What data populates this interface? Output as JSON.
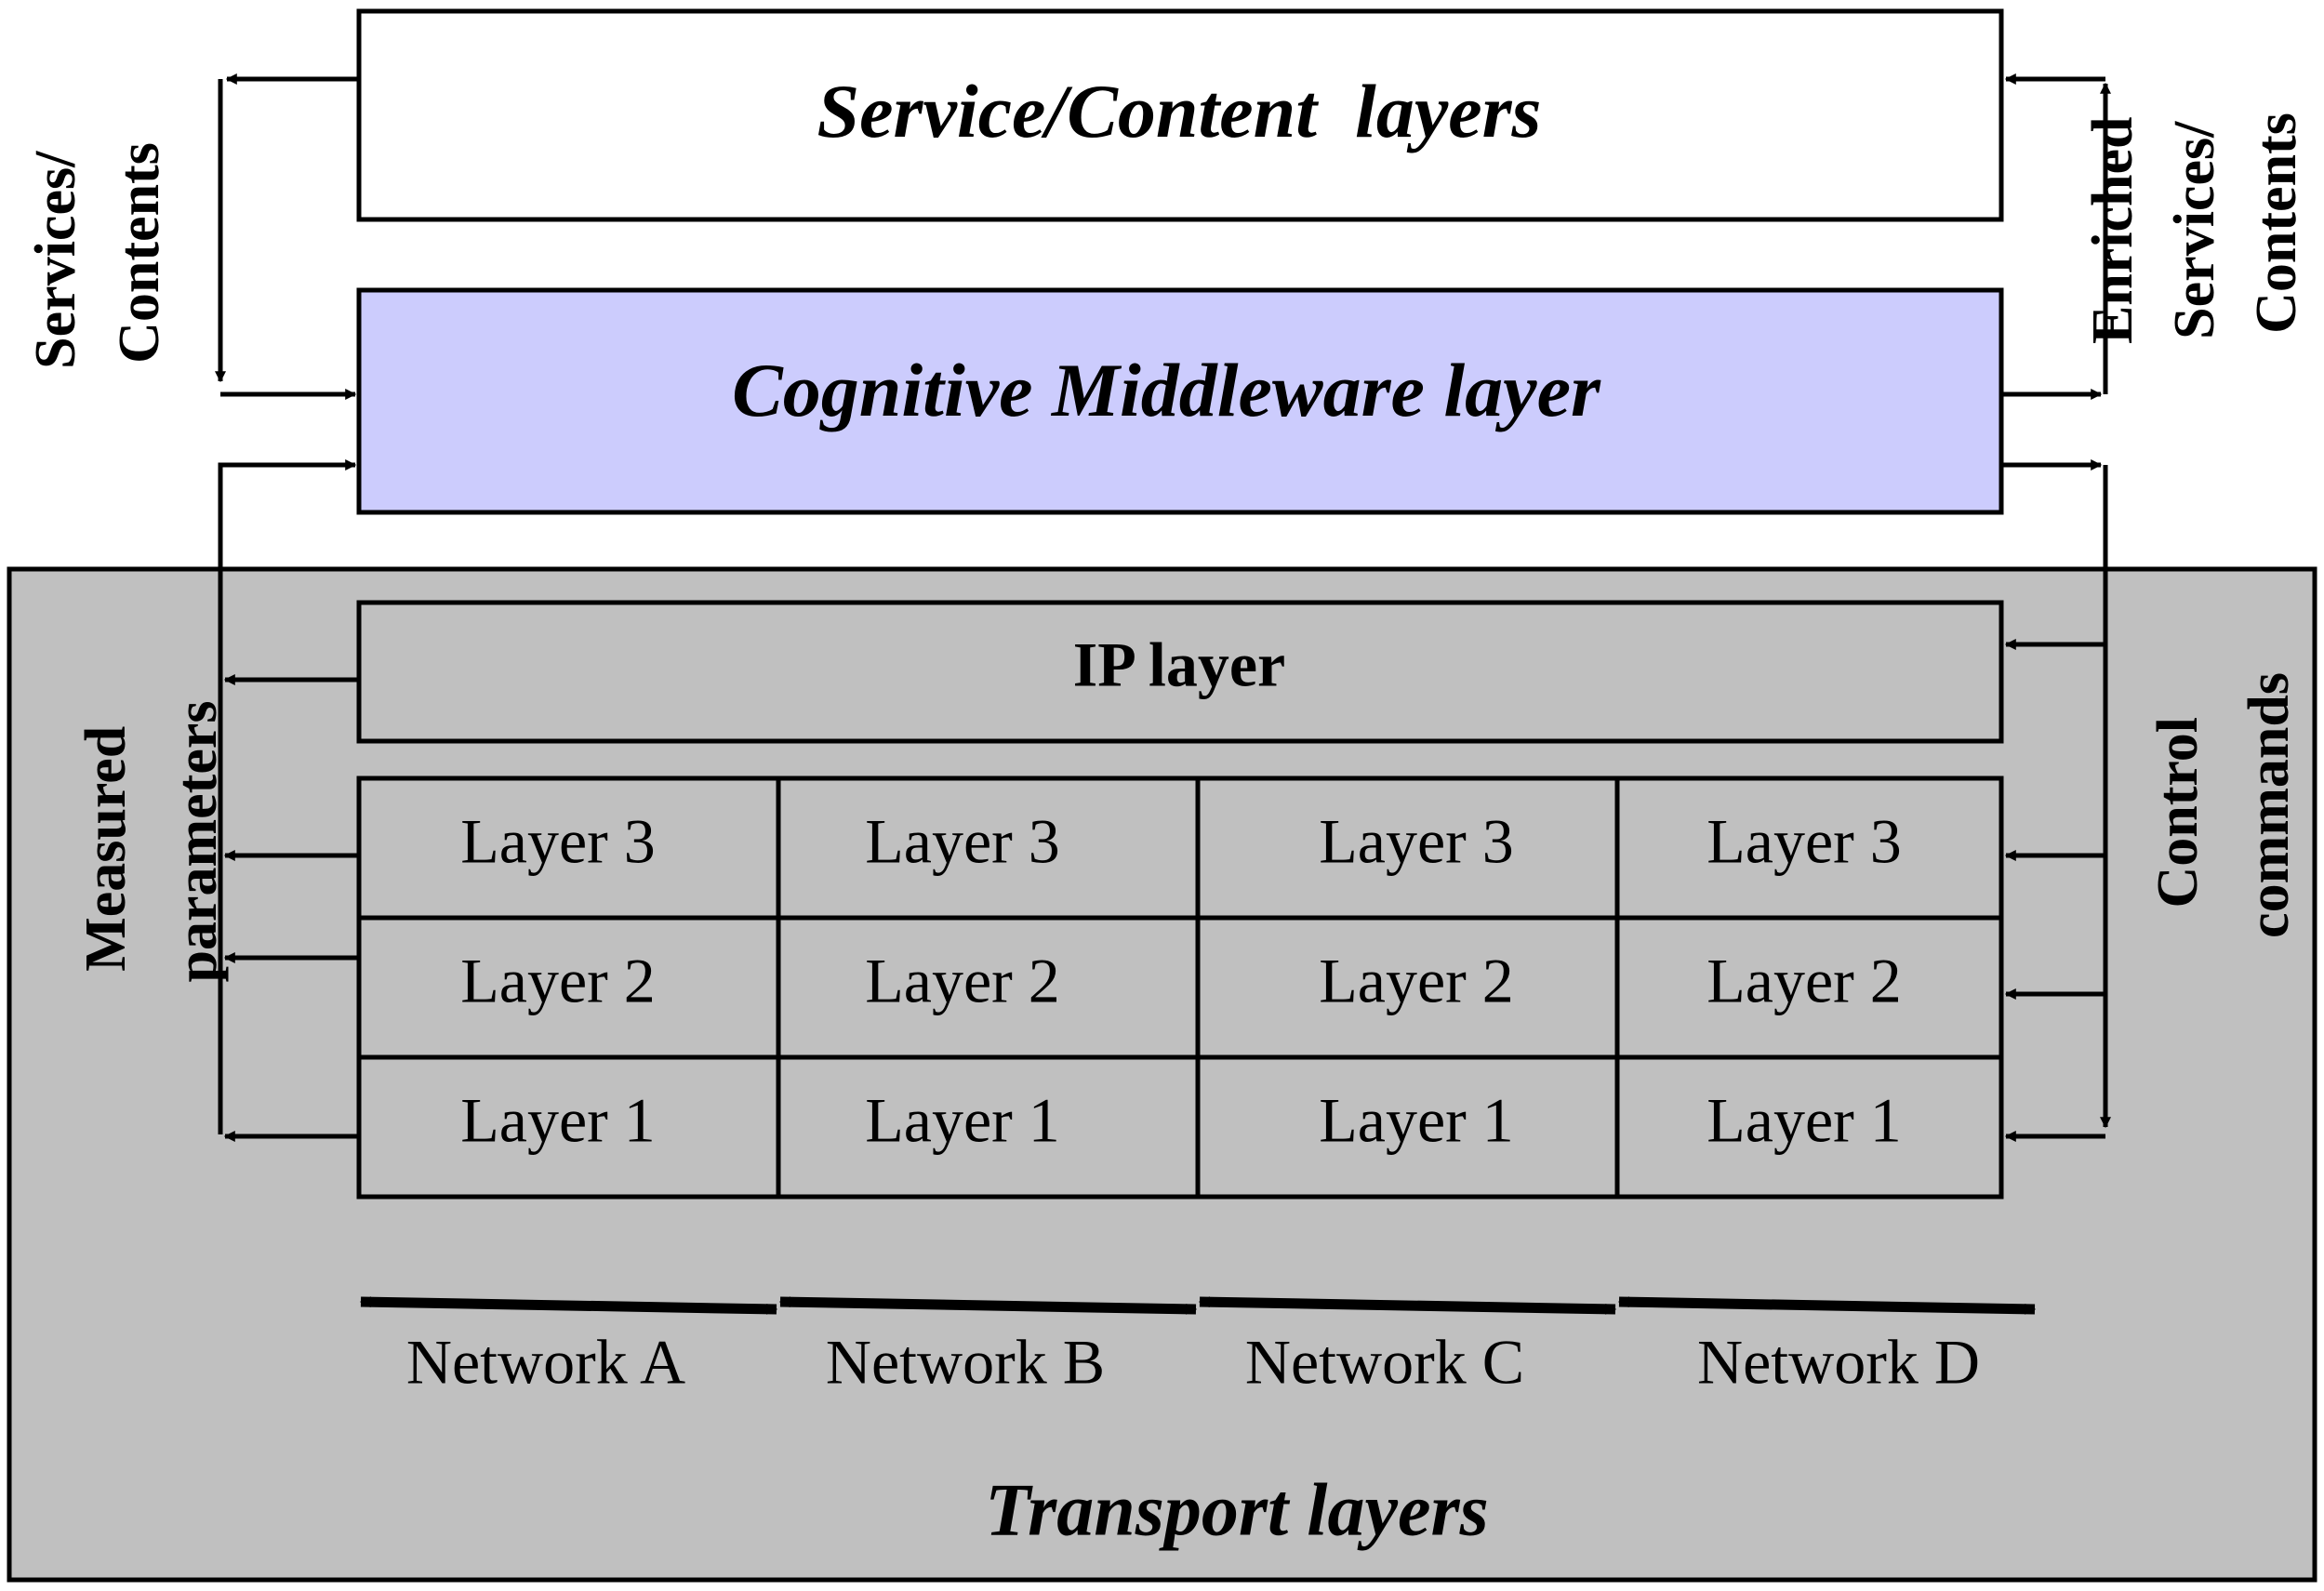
{
  "colors": {
    "transport_bg": "#c0c0c0",
    "middleware_bg": "#ccccfd",
    "service_bg": "#ffffff",
    "stroke": "#000000"
  },
  "service_layer": {
    "label": "Service/Content  layers"
  },
  "middleware_layer": {
    "label": "Cognitive Middleware layer"
  },
  "ip_layer": {
    "label": "IP layer"
  },
  "transport": {
    "label": "Transport layers"
  },
  "grid": {
    "columns": [
      {
        "rows": [
          "Layer 3",
          "Layer 2",
          "Layer 1"
        ]
      },
      {
        "rows": [
          "Layer 3",
          "Layer 2",
          "Layer 1"
        ]
      },
      {
        "rows": [
          "Layer 3",
          "Layer 2",
          "Layer 1"
        ]
      },
      {
        "rows": [
          "Layer 3",
          "Layer 2",
          "Layer 1"
        ]
      }
    ]
  },
  "networks": [
    "Network A",
    "Network B",
    "Network C",
    "Network D"
  ],
  "side_labels": {
    "services_contents": [
      "Services/",
      "Contents"
    ],
    "enriched": [
      "Enriched",
      "Services/",
      "Contents"
    ],
    "measured": [
      "Measured",
      "parameters"
    ],
    "control": [
      "Control",
      "commands"
    ]
  }
}
